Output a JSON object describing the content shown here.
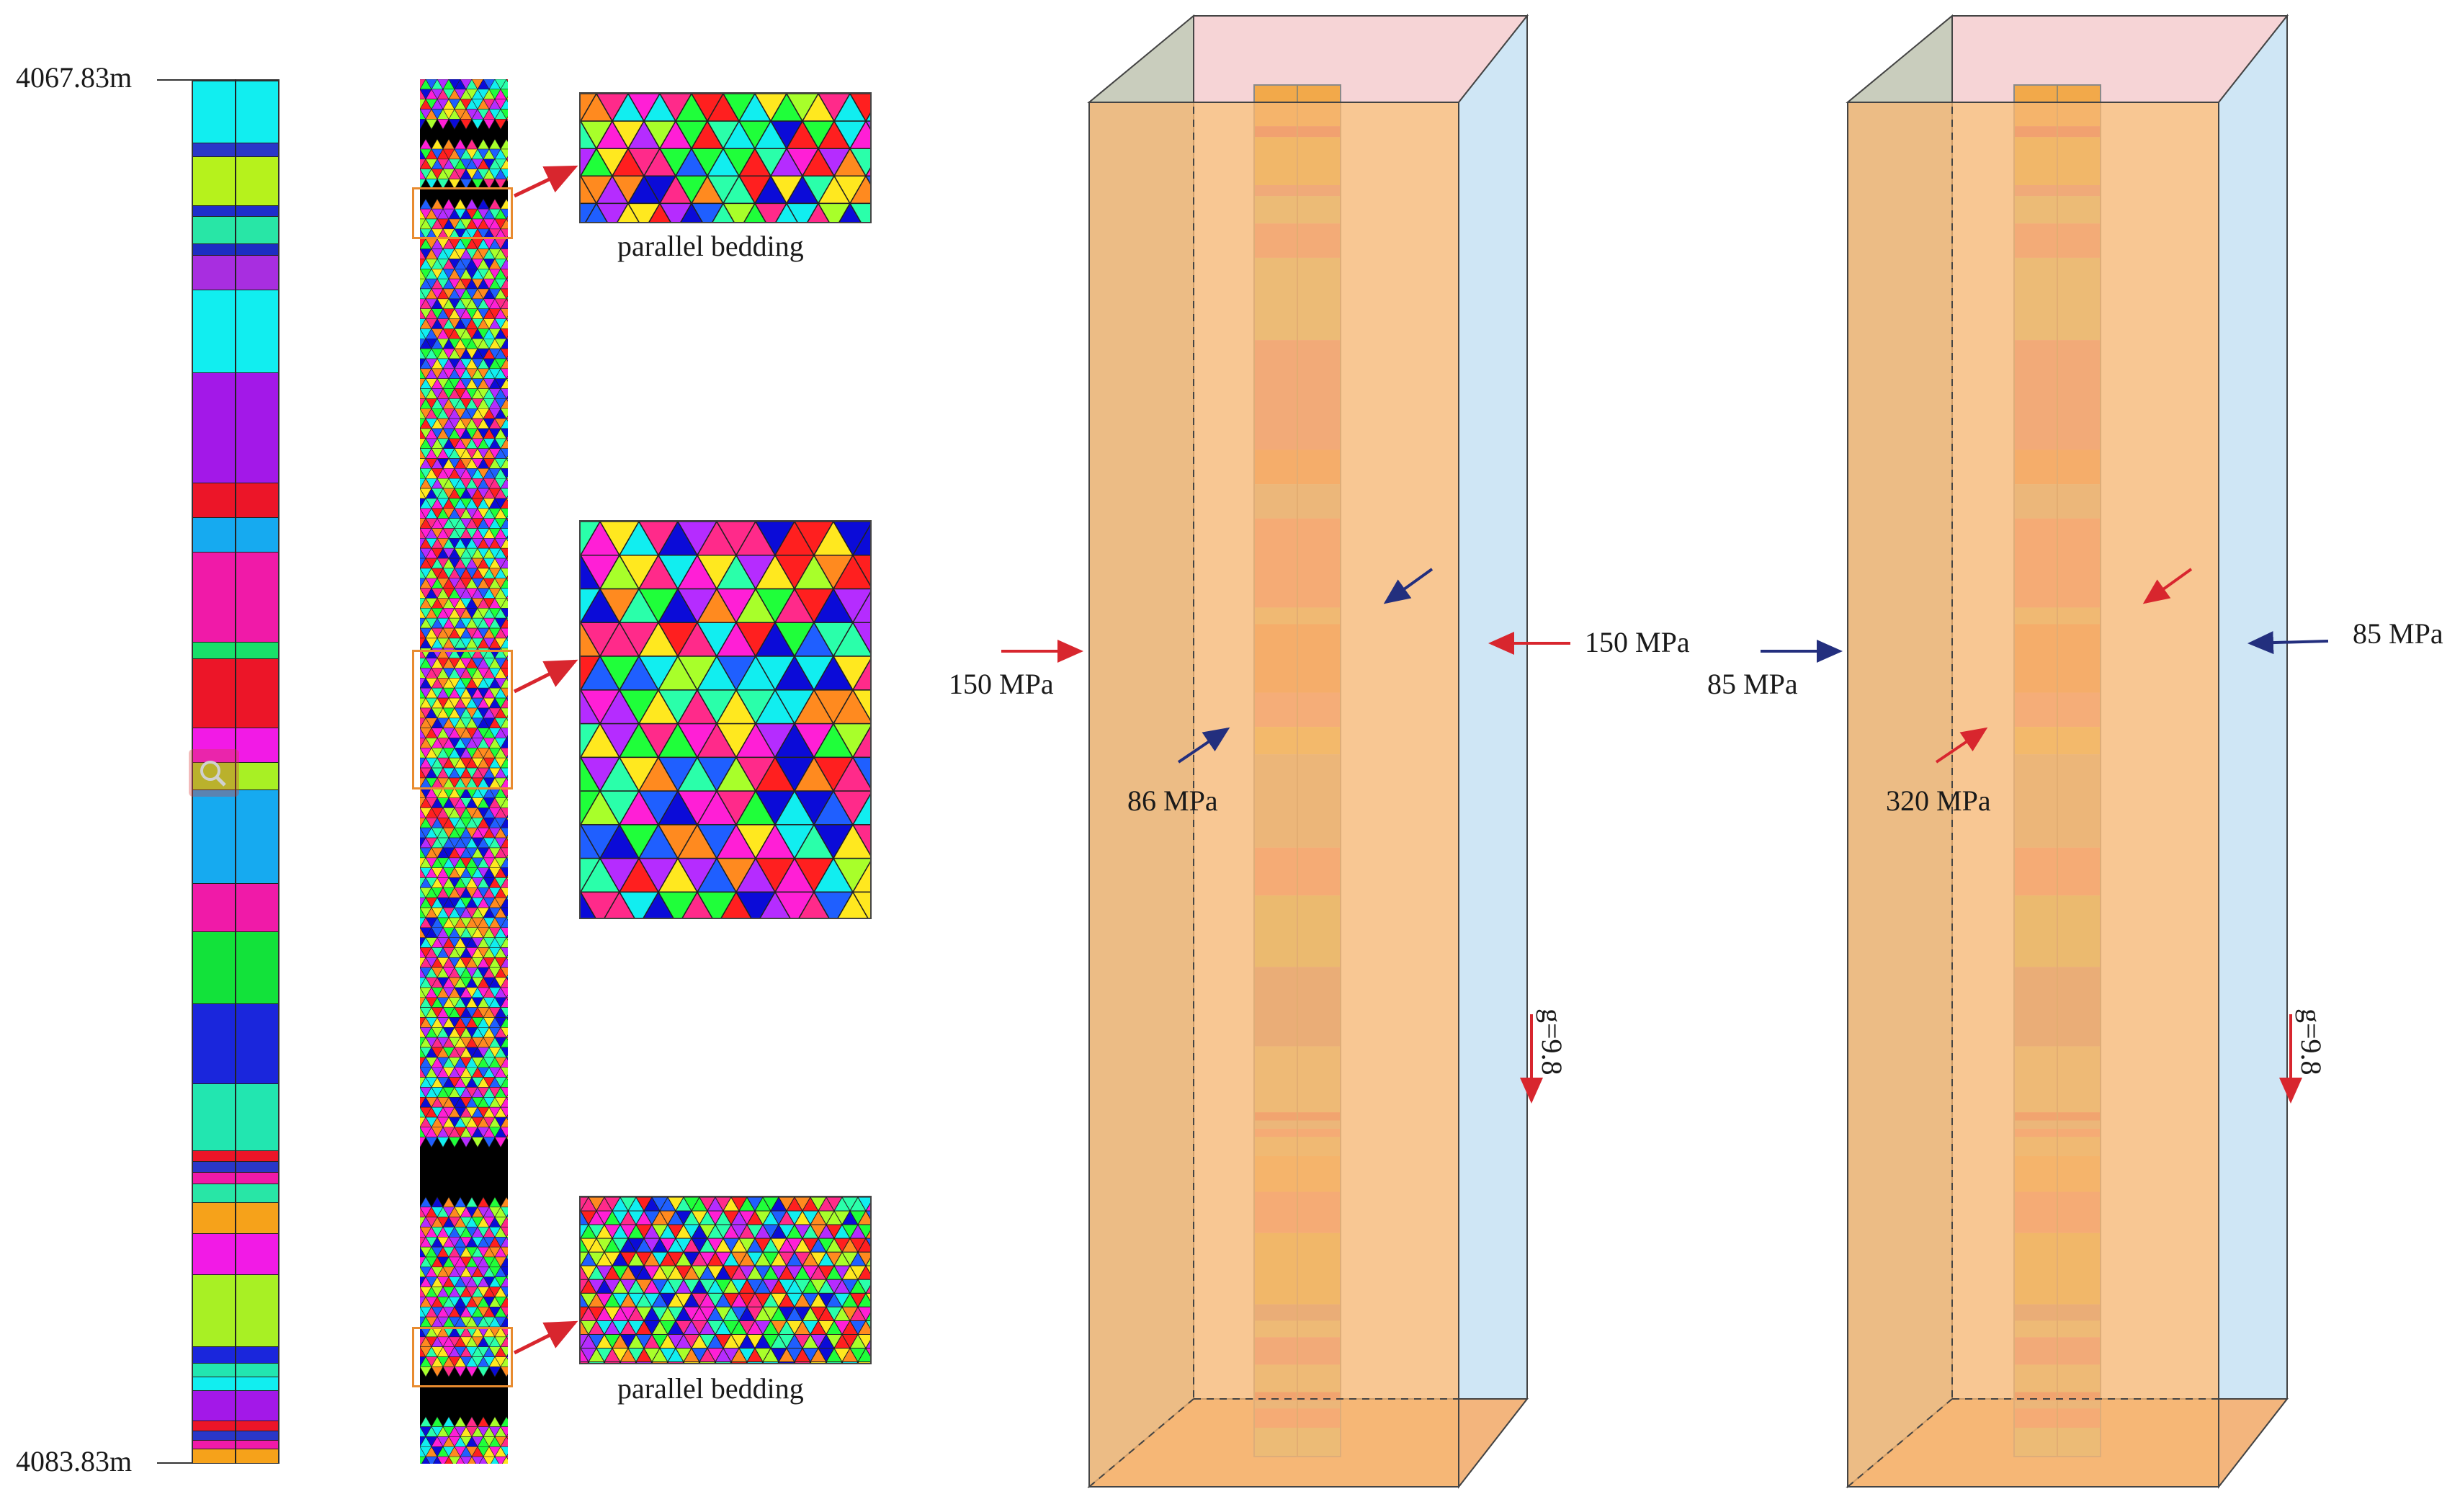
{
  "depth_labels": {
    "top": "4067.83m",
    "bottom": "4083.83m"
  },
  "captions": {
    "upper": "parallel bedding",
    "lower": "parallel bedding"
  },
  "model_left": {
    "horizontal_stress_left": "150 MPa",
    "horizontal_stress_right": "150 MPa",
    "depth_stress": "86 MPa",
    "gravity": "g=9.8"
  },
  "model_right": {
    "horizontal_stress_left": "85 MPa",
    "horizontal_stress_right": "85 MPa",
    "depth_stress": "320 MPa",
    "gravity": "g=9.8"
  },
  "colors": {
    "box_left_face": "#c9cdbd",
    "box_front_face": "#f6c08c",
    "box_right_face": "#cfe6f5",
    "box_top_face": "#f6d4d6",
    "arrow_red": "#d8262e",
    "arrow_blue": "#232f7e",
    "highlight_box": "#e88b2f"
  },
  "strata_bands": [
    {
      "pos": 0.0,
      "h": 0.045,
      "color": "#11eef0"
    },
    {
      "pos": 0.045,
      "h": 0.01,
      "color": "#2a37c8"
    },
    {
      "pos": 0.055,
      "h": 0.035,
      "color": "#b6f21c"
    },
    {
      "pos": 0.09,
      "h": 0.008,
      "color": "#1e2ecb"
    },
    {
      "pos": 0.098,
      "h": 0.02,
      "color": "#28e6a6"
    },
    {
      "pos": 0.118,
      "h": 0.008,
      "color": "#1c2dc2"
    },
    {
      "pos": 0.126,
      "h": 0.025,
      "color": "#a82ee0"
    },
    {
      "pos": 0.151,
      "h": 0.06,
      "color": "#11eef0"
    },
    {
      "pos": 0.211,
      "h": 0.08,
      "color": "#a318e8"
    },
    {
      "pos": 0.291,
      "h": 0.025,
      "color": "#ec1528"
    },
    {
      "pos": 0.316,
      "h": 0.025,
      "color": "#16aaf0"
    },
    {
      "pos": 0.341,
      "h": 0.065,
      "color": "#f01aa8"
    },
    {
      "pos": 0.406,
      "h": 0.012,
      "color": "#18e06a"
    },
    {
      "pos": 0.418,
      "h": 0.05,
      "color": "#ec1528"
    },
    {
      "pos": 0.468,
      "h": 0.025,
      "color": "#f21ae6"
    },
    {
      "pos": 0.493,
      "h": 0.02,
      "color": "#a8f024"
    },
    {
      "pos": 0.513,
      "h": 0.068,
      "color": "#16aaf0"
    },
    {
      "pos": 0.581,
      "h": 0.035,
      "color": "#f01aa8"
    },
    {
      "pos": 0.616,
      "h": 0.052,
      "color": "#12e23a"
    },
    {
      "pos": 0.668,
      "h": 0.058,
      "color": "#1a26dc"
    },
    {
      "pos": 0.726,
      "h": 0.048,
      "color": "#22e6b0"
    },
    {
      "pos": 0.774,
      "h": 0.008,
      "color": "#ec1528"
    },
    {
      "pos": 0.782,
      "h": 0.008,
      "color": "#2a37c8"
    },
    {
      "pos": 0.79,
      "h": 0.008,
      "color": "#f01aa8"
    },
    {
      "pos": 0.798,
      "h": 0.014,
      "color": "#28e6a6"
    },
    {
      "pos": 0.812,
      "h": 0.022,
      "color": "#f6a21a"
    },
    {
      "pos": 0.834,
      "h": 0.03,
      "color": "#f21ae6"
    },
    {
      "pos": 0.864,
      "h": 0.052,
      "color": "#a8f024"
    },
    {
      "pos": 0.916,
      "h": 0.012,
      "color": "#1a26dc"
    },
    {
      "pos": 0.928,
      "h": 0.01,
      "color": "#22e6b0"
    },
    {
      "pos": 0.938,
      "h": 0.01,
      "color": "#11eef0"
    },
    {
      "pos": 0.948,
      "h": 0.022,
      "color": "#a318e8"
    },
    {
      "pos": 0.97,
      "h": 0.007,
      "color": "#ec1528"
    },
    {
      "pos": 0.977,
      "h": 0.007,
      "color": "#2a37c8"
    },
    {
      "pos": 0.984,
      "h": 0.006,
      "color": "#f01aa8"
    },
    {
      "pos": 0.99,
      "h": 0.01,
      "color": "#f6a21a"
    }
  ],
  "core_bands": [
    {
      "pos": 0.0,
      "h": 0.03,
      "color": "#f2a94a"
    },
    {
      "pos": 0.03,
      "h": 0.008,
      "color": "#e05560"
    },
    {
      "pos": 0.038,
      "h": 0.035,
      "color": "#e0b640"
    },
    {
      "pos": 0.073,
      "h": 0.008,
      "color": "#d87a8a"
    },
    {
      "pos": 0.081,
      "h": 0.02,
      "color": "#c9c77a"
    },
    {
      "pos": 0.101,
      "h": 0.025,
      "color": "#e97e80"
    },
    {
      "pos": 0.126,
      "h": 0.06,
      "color": "#c9c77a"
    },
    {
      "pos": 0.186,
      "h": 0.08,
      "color": "#e27a86"
    },
    {
      "pos": 0.266,
      "h": 0.025,
      "color": "#f08a46"
    },
    {
      "pos": 0.291,
      "h": 0.025,
      "color": "#c8b88c"
    },
    {
      "pos": 0.316,
      "h": 0.065,
      "color": "#f28178"
    },
    {
      "pos": 0.381,
      "h": 0.012,
      "color": "#d8c070"
    },
    {
      "pos": 0.393,
      "h": 0.05,
      "color": "#f08a46"
    },
    {
      "pos": 0.443,
      "h": 0.025,
      "color": "#f28a84"
    },
    {
      "pos": 0.468,
      "h": 0.02,
      "color": "#e8c04a"
    },
    {
      "pos": 0.488,
      "h": 0.068,
      "color": "#c7b18a"
    },
    {
      "pos": 0.556,
      "h": 0.035,
      "color": "#f28178"
    },
    {
      "pos": 0.591,
      "h": 0.052,
      "color": "#c4c25a"
    },
    {
      "pos": 0.643,
      "h": 0.058,
      "color": "#c08a7e"
    },
    {
      "pos": 0.701,
      "h": 0.048,
      "color": "#cfc47a"
    },
    {
      "pos": 0.749,
      "h": 0.006,
      "color": "#e0605c"
    },
    {
      "pos": 0.755,
      "h": 0.006,
      "color": "#c7b18a"
    },
    {
      "pos": 0.761,
      "h": 0.006,
      "color": "#f28178"
    },
    {
      "pos": 0.767,
      "h": 0.014,
      "color": "#d8c070"
    },
    {
      "pos": 0.781,
      "h": 0.026,
      "color": "#f2a94a"
    },
    {
      "pos": 0.807,
      "h": 0.03,
      "color": "#f28178"
    },
    {
      "pos": 0.837,
      "h": 0.052,
      "color": "#e0b640"
    },
    {
      "pos": 0.889,
      "h": 0.012,
      "color": "#c08a7e"
    },
    {
      "pos": 0.901,
      "h": 0.012,
      "color": "#cfc47a"
    },
    {
      "pos": 0.913,
      "h": 0.02,
      "color": "#e27a86"
    },
    {
      "pos": 0.933,
      "h": 0.02,
      "color": "#cfc47a"
    },
    {
      "pos": 0.953,
      "h": 0.006,
      "color": "#e0605c"
    },
    {
      "pos": 0.959,
      "h": 0.006,
      "color": "#c7b18a"
    },
    {
      "pos": 0.965,
      "h": 0.014,
      "color": "#f28178"
    },
    {
      "pos": 0.979,
      "h": 0.021,
      "color": "#c9c77a"
    }
  ],
  "mesh_palette": [
    "#ff1f1f",
    "#ff1fd6",
    "#1f5fff",
    "#1fff3a",
    "#11eef0",
    "#ffe81f",
    "#b52cff",
    "#ff8a1f",
    "#2affaa",
    "#0b0bd8",
    "#a8ff2a",
    "#ff2a8a"
  ]
}
